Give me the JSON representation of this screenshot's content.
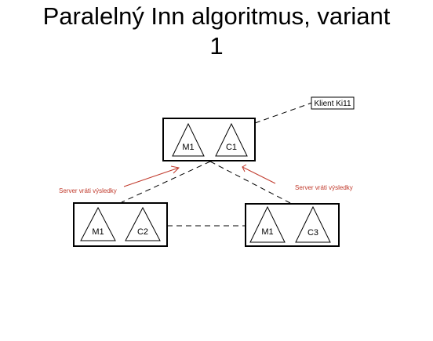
{
  "title": {
    "line1": "Paralelný Inn algoritmus, variant",
    "line2": "1"
  },
  "diagram": {
    "client_label": "Klient Ki11",
    "nodes": [
      {
        "id": "top",
        "left_triangle": "M1",
        "right_triangle": "C1"
      },
      {
        "id": "bottom-left",
        "left_triangle": "M1",
        "right_triangle": "C2"
      },
      {
        "id": "bottom-right",
        "left_triangle": "M1",
        "right_triangle": "C3"
      }
    ],
    "annotation_left": "Server vráti výsledky",
    "annotation_right": "Server vráti výsledky",
    "colors": {
      "annotation": "#c0392b",
      "stroke": "#000000"
    }
  }
}
